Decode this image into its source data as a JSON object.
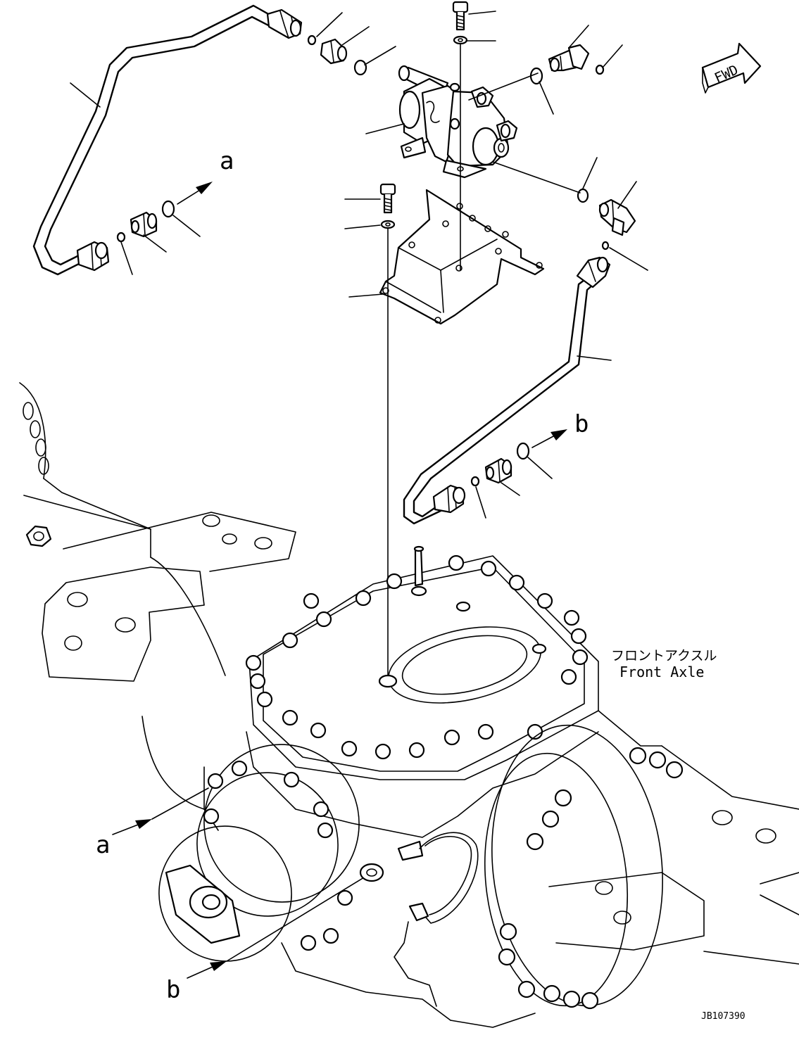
{
  "diagram": {
    "fwd_label": "FWD",
    "callout_a": "a",
    "callout_b": "b",
    "axle_label_jp": "フロントアクスル",
    "axle_label_en": "Front Axle",
    "drawing_id": "JB107390",
    "line_color": "#000000",
    "background": "#ffffff"
  }
}
